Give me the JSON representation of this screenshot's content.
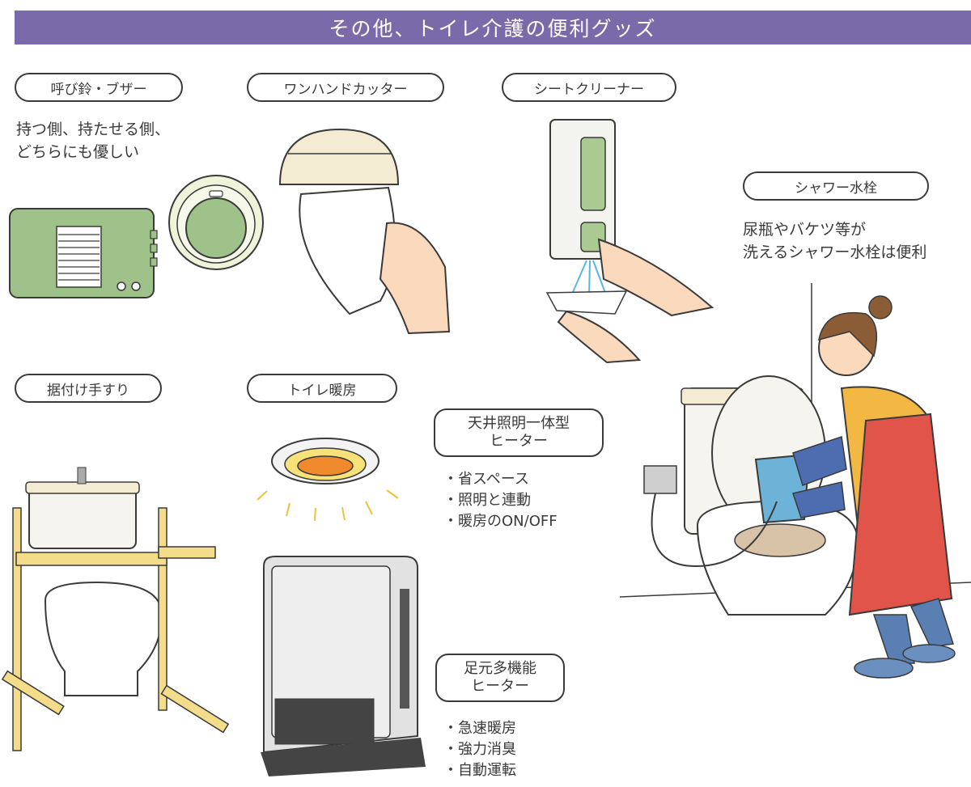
{
  "banner": {
    "title": "その他、トイレ介護の便利グッズ"
  },
  "items": {
    "bell": {
      "label": "呼び鈴・ブザー",
      "desc": [
        "持つ側、持たせる側、",
        "どちらにも優しい"
      ]
    },
    "cutter": {
      "label": "ワンハンドカッター"
    },
    "cleaner": {
      "label": "シートクリーナー"
    },
    "shower": {
      "label": "シャワー水栓",
      "desc": [
        "尿瓶やバケツ等が",
        "洗えるシャワー水栓は便利"
      ]
    },
    "handrail": {
      "label": "据付け手すり"
    },
    "heater": {
      "label": "トイレ暖房",
      "ceiling": {
        "title": [
          "天井照明一体型",
          "ヒーター"
        ],
        "bullets": [
          "省スペース",
          "照明と連動",
          "暖房のON/OFF"
        ]
      },
      "floor": {
        "title": [
          "足元多機能",
          "ヒーター"
        ],
        "bullets": [
          "急速暖房",
          "強力消臭",
          "自動運転"
        ]
      }
    }
  },
  "colors": {
    "banner": "#7b6aa9",
    "green": "#9fc28a",
    "cream": "#f4ecd2",
    "wood": "#f3dd8a",
    "apron": "#e0544a",
    "skin": "#fbd9bd"
  }
}
